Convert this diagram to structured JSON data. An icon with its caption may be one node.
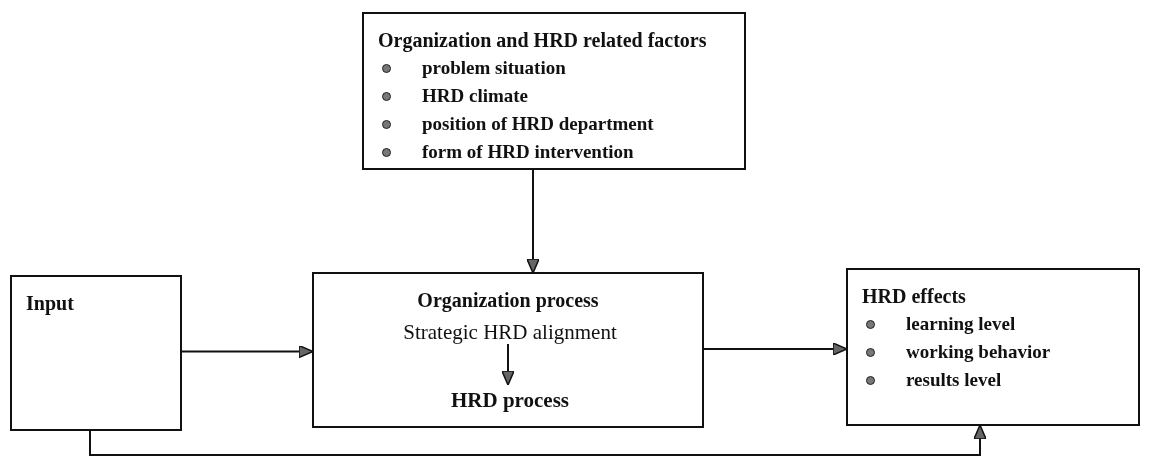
{
  "diagram": {
    "nodes": [
      {
        "text": [
          "Organization and HRD related factors",
          "problem situation",
          "HRD climate",
          "position of HRD department",
          "form of HRD intervention"
        ]
      },
      {
        "text": [
          "Input"
        ]
      },
      {
        "text": [
          "Organization process"
        ]
      },
      {
        "text": [
          "Strategic HRD alignment"
        ],
        "in": 2
      },
      {
        "text": [
          "HRD process"
        ],
        "in": 2
      },
      {
        "text": [
          "HRD effects",
          "learning level",
          "working behavior",
          "results level"
        ]
      }
    ],
    "edges": [
      {
        "from": 0,
        "to": 2,
        "arrow": "to"
      },
      {
        "from": 1,
        "to": 2,
        "arrow": "to"
      },
      {
        "from": 3,
        "to": 4,
        "arrow": "to"
      },
      {
        "from": 2,
        "to": 5,
        "arrow": "to"
      },
      {
        "from": 1,
        "to": 5,
        "arrow": "to"
      }
    ]
  }
}
